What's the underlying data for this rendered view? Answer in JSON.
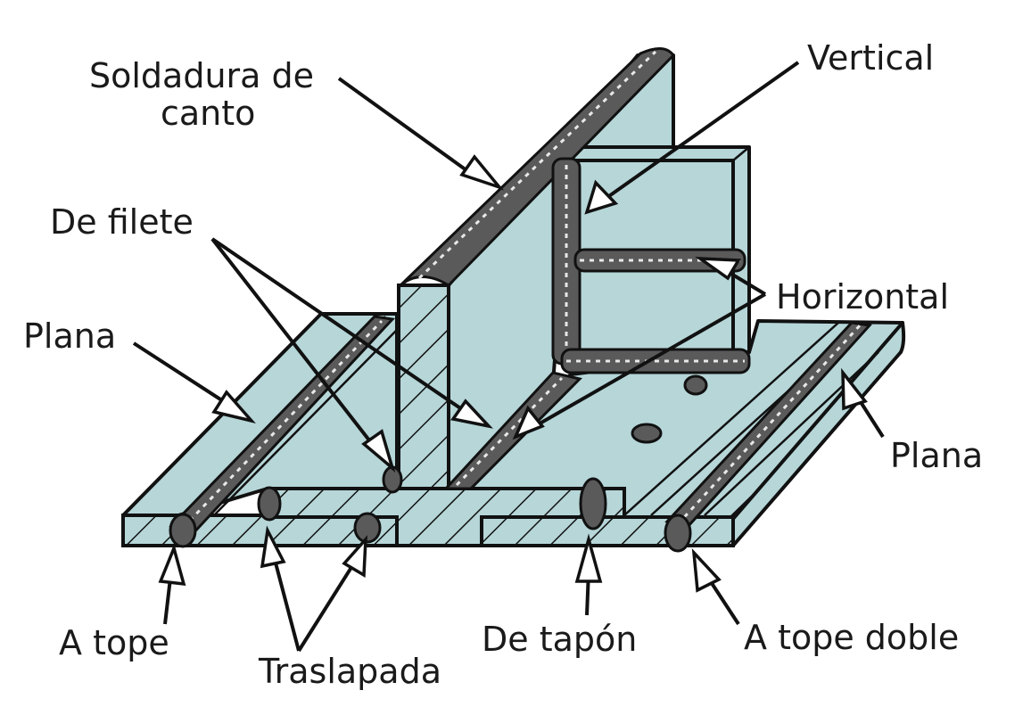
{
  "labels": {
    "soldadura_de_canto_line1": "Soldadura de",
    "soldadura_de_canto_line2": "canto",
    "vertical": "Vertical",
    "de_filete": "De filete",
    "horizontal": "Horizontal",
    "plana_left": "Plana",
    "plana_right": "Plana",
    "a_tope": "A tope",
    "traslapada": "Traslapada",
    "de_tapon": "De tapón",
    "a_tope_doble": "A tope doble"
  },
  "colors": {
    "plate": "#b6d6d8",
    "outline": "#111111",
    "bead": "#5a5a5a",
    "arrowhead_fill": "#ffffff"
  }
}
